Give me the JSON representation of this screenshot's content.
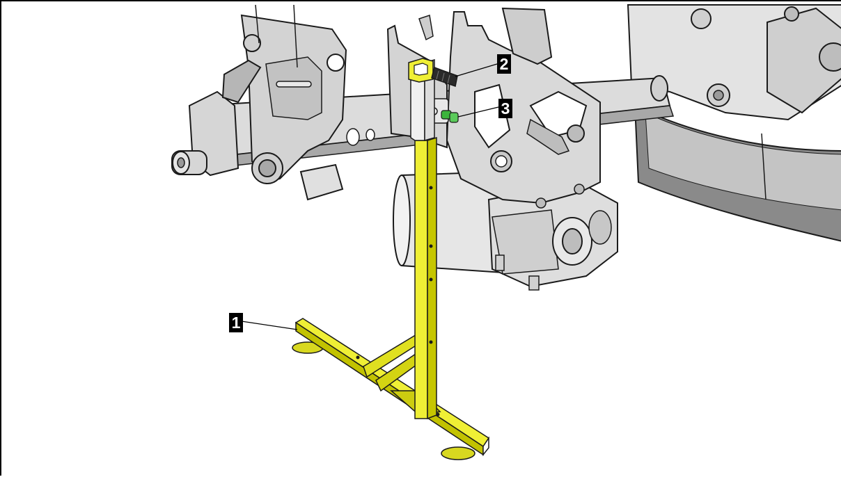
{
  "callouts": {
    "one": "1",
    "two": "2",
    "three": "3"
  },
  "colors": {
    "stand": "#e6e61e",
    "stand_dark": "#b8b800",
    "machine": "#d9d9d9",
    "machine_dark": "#8c8c8c",
    "outline": "#1a1a1a",
    "pin": "#2a2a2a",
    "clip": "#3cb43c"
  }
}
